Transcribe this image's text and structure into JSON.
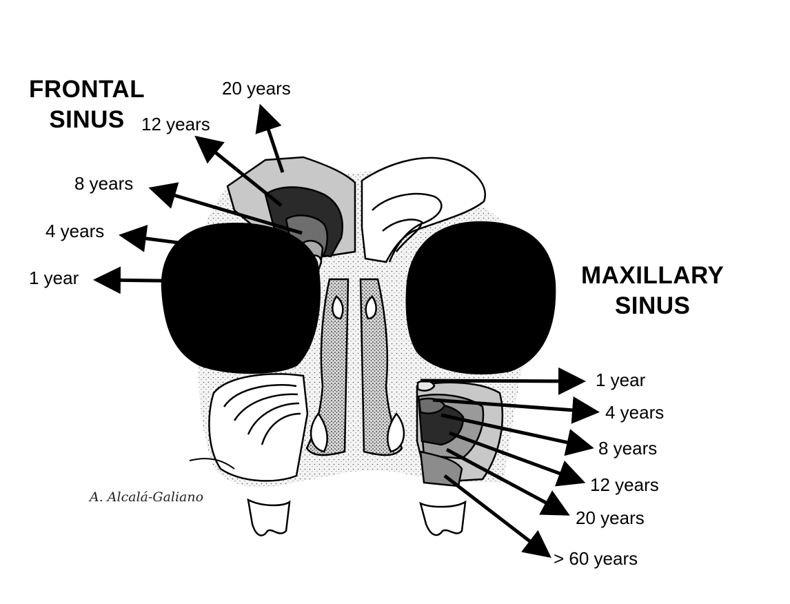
{
  "frontal": {
    "title_line1": "FRONTAL",
    "title_line2": "SINUS",
    "labels": [
      "20 years",
      "12 years",
      "8 years",
      "4 years",
      "1 year"
    ]
  },
  "maxillary": {
    "title_line1": "MAXILLARY",
    "title_line2": "SINUS",
    "labels": [
      "1 year",
      "4 years",
      "8 years",
      "12 years",
      "20 years",
      "> 60 years"
    ]
  },
  "signature": "A. Alcalá-Galiano",
  "colors": {
    "orbit": "#000000",
    "stage_20y": "#c8c8c8",
    "stage_12y": "#2a2a2a",
    "stage_8y": "#6e6e6e",
    "stage_4y": "#aaaaaa",
    "stage_1y": "#e8e8e8",
    "stage_60y": "#8c8c8c"
  }
}
